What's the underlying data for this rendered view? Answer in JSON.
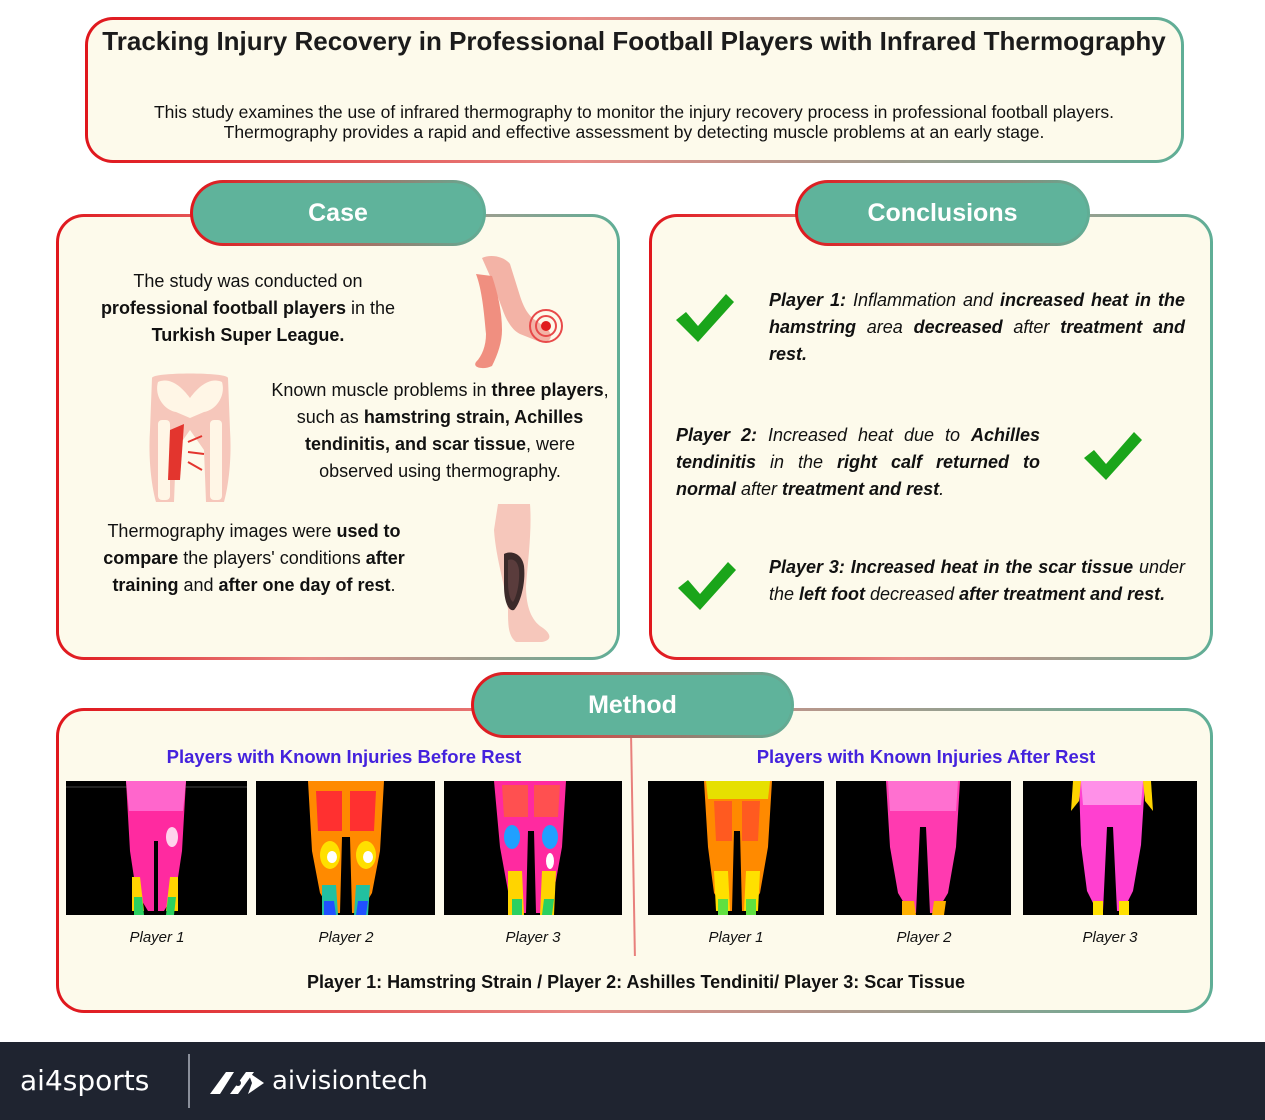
{
  "header": {
    "title": "Tracking Injury Recovery in Professional Football Players with Infrared Thermography",
    "subtitle": "This study examines the use of infrared thermography to monitor the injury recovery process in professional football players. Thermography provides a rapid and effective assessment by detecting muscle problems at an early stage."
  },
  "case": {
    "heading": "Case",
    "p1": {
      "a": "The study was conducted on ",
      "b": "professional football players",
      "c": " in the ",
      "d": "Turkish Super League."
    },
    "p2": {
      "a": "Known muscle problems in ",
      "b": "three players",
      "c": ", such as ",
      "d": "hamstring strain, Achilles tendinitis, and scar tissue",
      "e": ", were observed using thermography."
    },
    "p3": {
      "a": "Thermography images were ",
      "b": "used to compare",
      "c": " the players' conditions ",
      "d": "after training",
      "e": " and ",
      "f": "after one day of rest",
      "g": "."
    }
  },
  "conclusions": {
    "heading": "Conclusions",
    "c1": {
      "a": "Player 1:",
      "b": " Inflammation and ",
      "c": "increased heat in the hamstring",
      "d": " area ",
      "e": "decreased",
      "f": " after ",
      "g": "treatment and rest."
    },
    "c2": {
      "a": "Player 2:",
      "b": " Increased heat due to ",
      "c": "Achilles tendinitis",
      "d": " in the ",
      "e": "right calf returned to normal",
      "f": " after ",
      "g": "treatment and rest",
      "h": "."
    },
    "c3": {
      "a": "Player 3: Increased heat in the scar tissue",
      "b": " under the ",
      "c": "left foot",
      "d": " decreased ",
      "e": "after treatment and rest."
    }
  },
  "method": {
    "heading": "Method",
    "before_title": "Players with Known Injuries Before Rest",
    "after_title": "Players with Known Injuries After Rest",
    "captions_before": [
      "Player 1",
      "Player 2",
      "Player 3"
    ],
    "captions_after": [
      "Player 1",
      "Player 2",
      "Player 3"
    ],
    "legend": "Player 1: Hamstring Strain / Player 2: Ashilles Tendiniti/ Player 3: Scar Tissue"
  },
  "footer": {
    "brand1": "ai4sports",
    "brand2": "aivisiontech"
  },
  "colors": {
    "accent_red": "#e0161c",
    "teal": "#5fb39b",
    "check_green": "#1aa51a",
    "method_heading": "#4422dd",
    "footer_bg": "#1f2430"
  }
}
